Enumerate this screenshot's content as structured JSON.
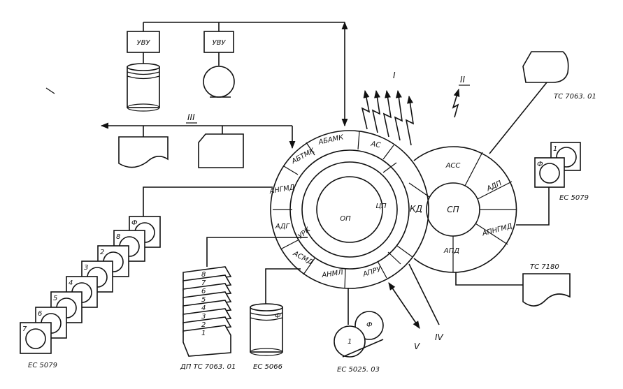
{
  "colors": {
    "ink": "#111111",
    "background": "#ffffff"
  },
  "top_units": {
    "left_label": "УВУ",
    "right_label": "УВУ"
  },
  "roman": {
    "i": "I",
    "ii": "II",
    "iii": "III",
    "iv": "IV",
    "v": "V"
  },
  "ring_left": {
    "outer": [
      "АБАМК",
      "АС",
      "АБТМК",
      "АНГМД",
      "АДГ",
      "УРК",
      "АСМД",
      "АНМЛ",
      "АПРУ"
    ],
    "middle": "КД",
    "cpu": "ЦП",
    "memory": "ОП"
  },
  "ring_right": {
    "center": "СП",
    "segments": [
      "АСС",
      "АДП",
      "АПНГМД",
      "АПД"
    ]
  },
  "devices": {
    "terminal_right": "ТС 7063. 01",
    "disk_right_caption": "ЕС 5079",
    "disk_right_nums": [
      "1",
      "Ф"
    ],
    "printer_right": "ТС 7180",
    "disk_stack_caption": "ЕС 5079",
    "disk_stack_nums": [
      "Ф",
      "8",
      "2",
      "3",
      "4",
      "5",
      "6",
      "7"
    ],
    "display_caption": "ДП ТС 7063. 01",
    "display_nums": [
      "8",
      "7",
      "6",
      "5",
      "4",
      "3",
      "2",
      "1"
    ],
    "drum_caption": "ЕС 5066",
    "drum_mark": "Ф",
    "tape_caption": "ЕС 5025. 03",
    "tape_reels": [
      "1",
      "Ф"
    ]
  }
}
